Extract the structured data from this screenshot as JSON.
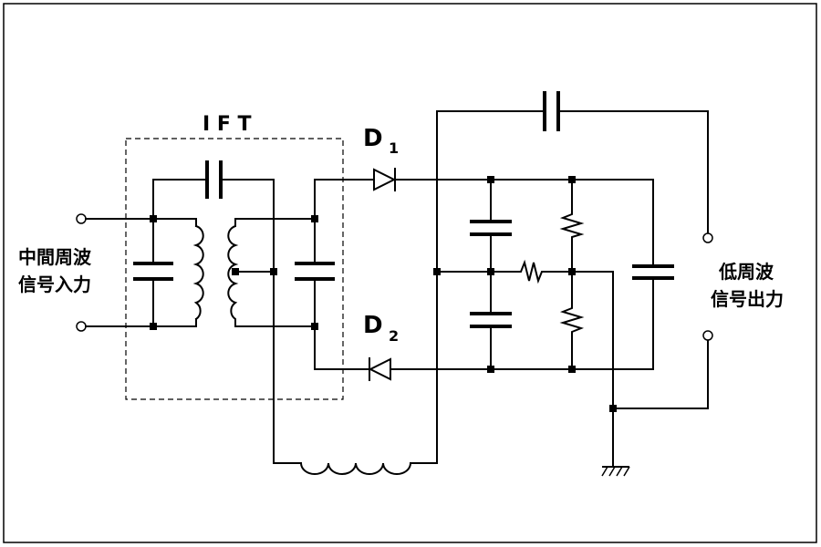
{
  "diagram": {
    "labels": {
      "ift": "I F T",
      "d1_letter": "D",
      "d1_sub": "1",
      "d2_letter": "D",
      "d2_sub": "2",
      "input_line1": "中間周波",
      "input_line2": "信号入力",
      "output_line1": "低周波",
      "output_line2": "信号出力"
    }
  }
}
